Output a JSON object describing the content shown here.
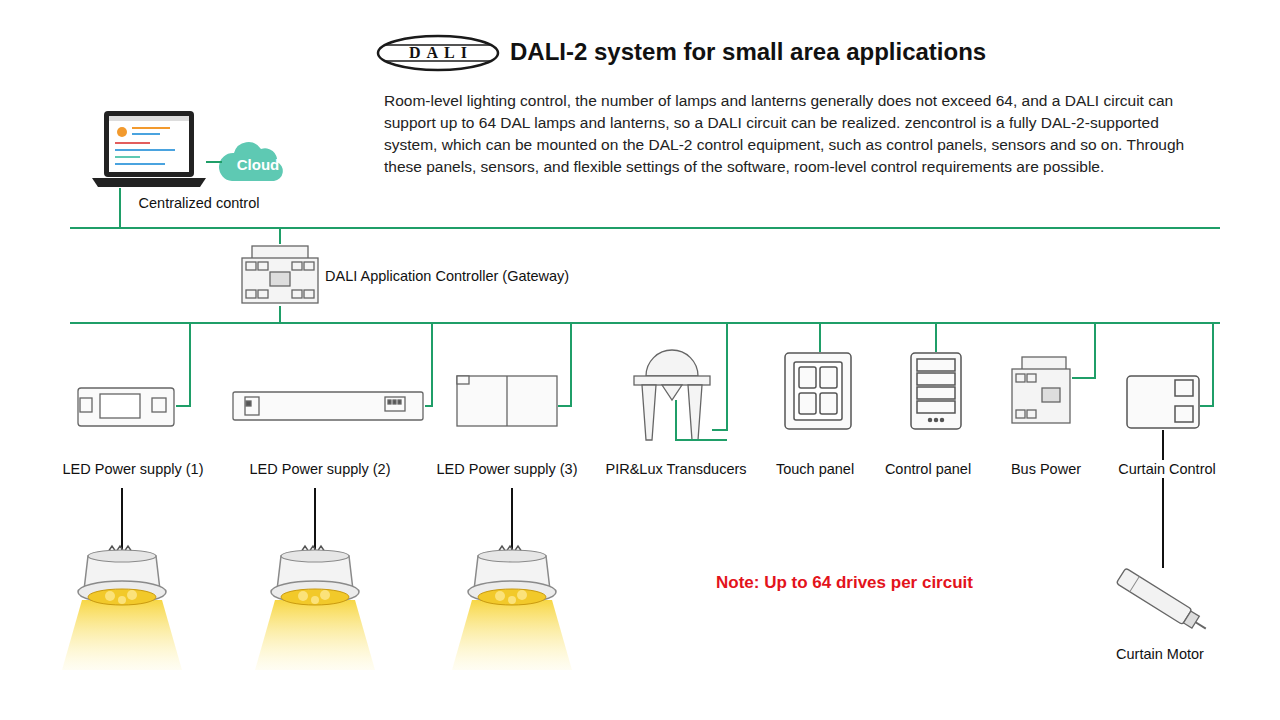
{
  "diagram": {
    "title": "DALI-2 system for small area applications",
    "nodes": [
      {
        "text": [
          "Centralized control"
        ]
      },
      {
        "text": [
          "Cloud"
        ]
      },
      {
        "text": [
          "DALI Application Controller (Gateway)"
        ]
      },
      {
        "text": [
          "LED Power supply (1)"
        ]
      },
      {
        "text": [
          "LED Power supply (2)"
        ]
      },
      {
        "text": [
          "LED Power supply (3)"
        ]
      },
      {
        "text": [
          "PIR&Lux Transducers"
        ]
      },
      {
        "text": [
          "Touch panel"
        ]
      },
      {
        "text": [
          "Control panel"
        ]
      },
      {
        "text": [
          "Bus Power"
        ]
      },
      {
        "text": [
          "Curtain Control"
        ]
      },
      {
        "text": [
          "Curtain Motor"
        ]
      }
    ],
    "edges": [
      {
        "from": 0,
        "to": 1,
        "arrow": "none"
      },
      {
        "from": 0,
        "to": 2,
        "arrow": "none"
      },
      {
        "from": 2,
        "to": 3,
        "arrow": "none"
      },
      {
        "from": 2,
        "to": 4,
        "arrow": "none"
      },
      {
        "from": 2,
        "to": 5,
        "arrow": "none"
      },
      {
        "from": 2,
        "to": 6,
        "arrow": "none"
      },
      {
        "from": 2,
        "to": 7,
        "arrow": "none"
      },
      {
        "from": 2,
        "to": 8,
        "arrow": "none"
      },
      {
        "from": 2,
        "to": 9,
        "arrow": "none"
      },
      {
        "from": 2,
        "to": 10,
        "arrow": "none"
      },
      {
        "from": 10,
        "to": 11,
        "arrow": "none"
      }
    ],
    "labels": [
      "DALI",
      "Room-level lighting control, the number of lamps and lanterns generally does not exceed 64, and a DALI circuit can support up to 64 DAL lamps and lanterns, so a DALI circuit can be realized. zencontrol is a fully DAL-2-supported system, which can be mounted on the DAL-2 control equipment, such as control panels, sensors and so on. Through these panels, sensors, and flexible settings of the software, room-level control requirements are possible.",
      "Note: Up to 64 drives per circuit"
    ]
  }
}
